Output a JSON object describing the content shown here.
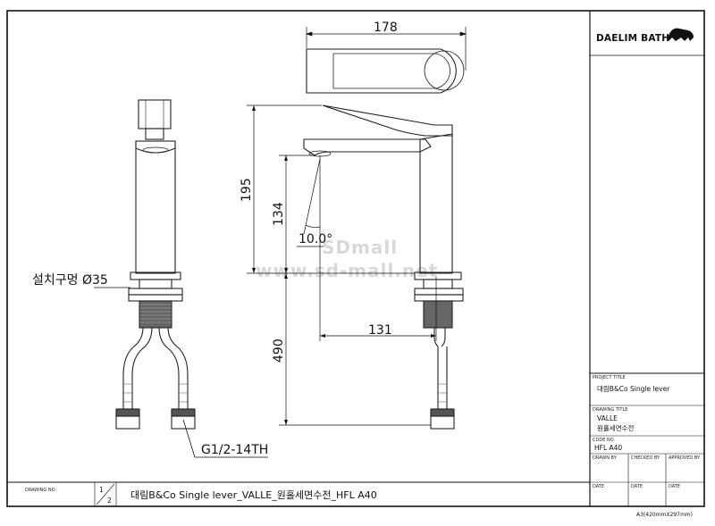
{
  "dimensions": {
    "width_top": "178",
    "height_total": "195",
    "height_spout": "134",
    "reach": "131",
    "hose_length": "490",
    "angle": "10.0°",
    "hole": "설치구멍 Ø35",
    "thread": "G1/2-14TH"
  },
  "watermark": {
    "line1": "SDmall",
    "line2": "www.sd-mall.net"
  },
  "title_block": {
    "logo": "DAELIM BATH",
    "project_title_label": "PROJECT TITLE",
    "project_title": "대림B&Co Single lever",
    "drawing_title_label": "DRAWING TITLE",
    "drawing_title_1": "VALLE",
    "drawing_title_2": "원홀세면수전",
    "code_label": "CODE NO.",
    "code": "HFL A40",
    "drawn_by": "DRAWN BY",
    "checked_by": "CHECKED BY",
    "approved_by": "APPROVED BY",
    "date1": "DATE",
    "date2": "DATE",
    "date3": "DATE"
  },
  "bottom_bar": {
    "drawing_no_label": "DRAWING NO.",
    "sheet_num": "1",
    "sheet_total": "2",
    "drawing_name": "대림B&Co Single lever_VALLE_원홀세면수전_HFL A40"
  },
  "paper_size": "A3(420mmX297mm)"
}
